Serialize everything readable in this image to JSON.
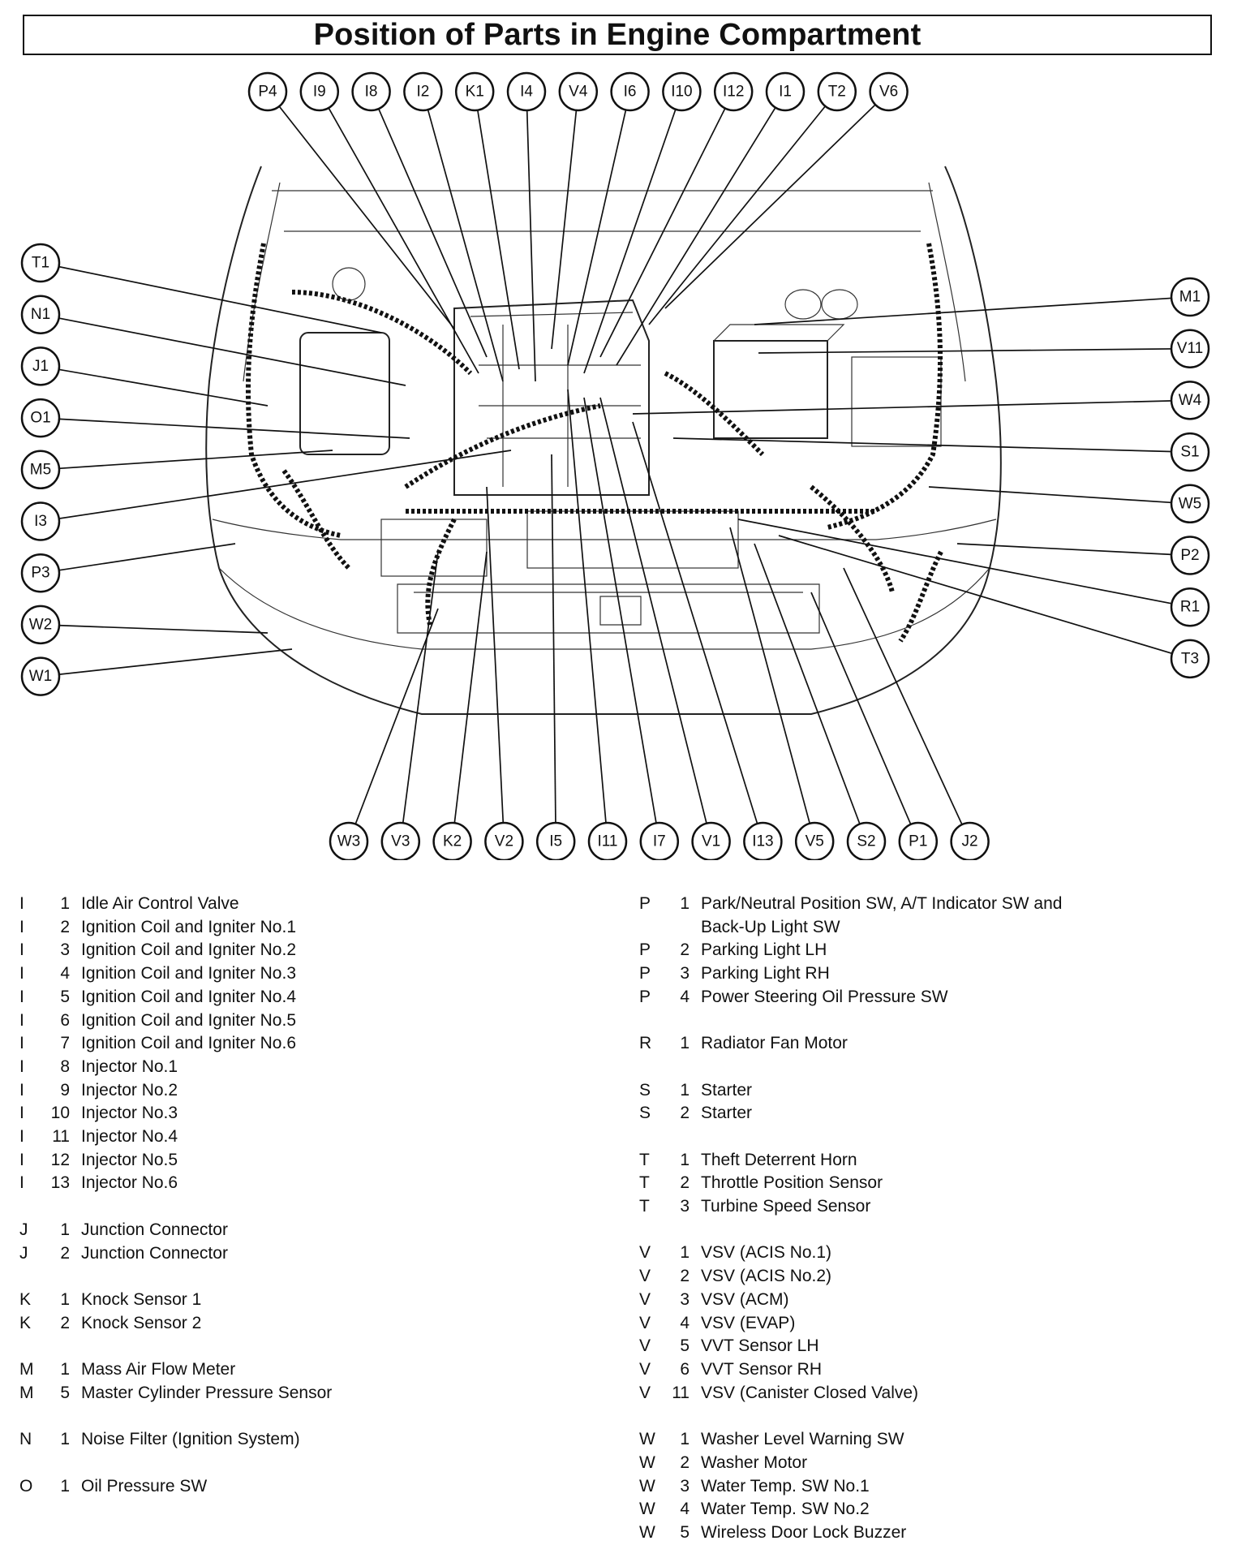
{
  "title": "Position of Parts in Engine Compartment",
  "callouts": {
    "top": [
      "P4",
      "I9",
      "I8",
      "I2",
      "K1",
      "I4",
      "V4",
      "I6",
      "I10",
      "I12",
      "I1",
      "T2",
      "V6"
    ],
    "left": [
      "T1",
      "N1",
      "J1",
      "O1",
      "M5",
      "I3",
      "P3",
      "W2",
      "W1"
    ],
    "right": [
      "M1",
      "V11",
      "W4",
      "S1",
      "W5",
      "P2",
      "R1",
      "T3"
    ],
    "bottom": [
      "W3",
      "V3",
      "K2",
      "V2",
      "I5",
      "I11",
      "I7",
      "V1",
      "I13",
      "V5",
      "S2",
      "P1",
      "J2"
    ]
  },
  "legend_left": [
    {
      "letter": "I",
      "num": "1",
      "text": "Idle Air Control Valve"
    },
    {
      "letter": "I",
      "num": "2",
      "text": "Ignition Coil and Igniter No.1"
    },
    {
      "letter": "I",
      "num": "3",
      "text": "Ignition Coil and Igniter No.2"
    },
    {
      "letter": "I",
      "num": "4",
      "text": "Ignition Coil and Igniter No.3"
    },
    {
      "letter": "I",
      "num": "5",
      "text": "Ignition Coil and Igniter No.4"
    },
    {
      "letter": "I",
      "num": "6",
      "text": "Ignition Coil and Igniter No.5"
    },
    {
      "letter": "I",
      "num": "7",
      "text": "Ignition Coil and Igniter No.6"
    },
    {
      "letter": "I",
      "num": "8",
      "text": "Injector No.1"
    },
    {
      "letter": "I",
      "num": "9",
      "text": "Injector No.2"
    },
    {
      "letter": "I",
      "num": "10",
      "text": "Injector No.3"
    },
    {
      "letter": "I",
      "num": "11",
      "text": "Injector No.4"
    },
    {
      "letter": "I",
      "num": "12",
      "text": "Injector No.5"
    },
    {
      "letter": "I",
      "num": "13",
      "text": "Injector No.6"
    },
    null,
    {
      "letter": "J",
      "num": "1",
      "text": "Junction Connector"
    },
    {
      "letter": "J",
      "num": "2",
      "text": "Junction Connector"
    },
    null,
    {
      "letter": "K",
      "num": "1",
      "text": "Knock Sensor 1"
    },
    {
      "letter": "K",
      "num": "2",
      "text": "Knock Sensor 2"
    },
    null,
    {
      "letter": "M",
      "num": "1",
      "text": "Mass Air Flow Meter"
    },
    {
      "letter": "M",
      "num": "5",
      "text": "Master Cylinder Pressure Sensor"
    },
    null,
    {
      "letter": "N",
      "num": "1",
      "text": "Noise Filter (Ignition System)"
    },
    null,
    {
      "letter": "O",
      "num": "1",
      "text": "Oil Pressure SW"
    }
  ],
  "legend_right": [
    {
      "letter": "P",
      "num": "1",
      "text": "Park/Neutral Position SW, A/T Indicator SW and"
    },
    {
      "letter": "",
      "num": "",
      "text": "Back-Up Light SW"
    },
    {
      "letter": "P",
      "num": "2",
      "text": "Parking Light LH"
    },
    {
      "letter": "P",
      "num": "3",
      "text": "Parking Light RH"
    },
    {
      "letter": "P",
      "num": "4",
      "text": "Power Steering Oil Pressure SW"
    },
    null,
    {
      "letter": "R",
      "num": "1",
      "text": "Radiator Fan Motor"
    },
    null,
    {
      "letter": "S",
      "num": "1",
      "text": "Starter"
    },
    {
      "letter": "S",
      "num": "2",
      "text": "Starter"
    },
    null,
    {
      "letter": "T",
      "num": "1",
      "text": "Theft Deterrent Horn"
    },
    {
      "letter": "T",
      "num": "2",
      "text": "Throttle Position Sensor"
    },
    {
      "letter": "T",
      "num": "3",
      "text": "Turbine Speed Sensor"
    },
    null,
    {
      "letter": "V",
      "num": "1",
      "text": "VSV (ACIS No.1)"
    },
    {
      "letter": "V",
      "num": "2",
      "text": "VSV (ACIS No.2)"
    },
    {
      "letter": "V",
      "num": "3",
      "text": "VSV (ACM)"
    },
    {
      "letter": "V",
      "num": "4",
      "text": "VSV (EVAP)"
    },
    {
      "letter": "V",
      "num": "5",
      "text": "VVT Sensor LH"
    },
    {
      "letter": "V",
      "num": "6",
      "text": "VVT Sensor RH"
    },
    {
      "letter": "V",
      "num": "11",
      "text": "VSV (Canister Closed Valve)"
    },
    null,
    {
      "letter": "W",
      "num": "1",
      "text": "Washer Level Warning SW"
    },
    {
      "letter": "W",
      "num": "2",
      "text": "Washer Motor"
    },
    {
      "letter": "W",
      "num": "3",
      "text": "Water Temp. SW No.1"
    },
    {
      "letter": "W",
      "num": "4",
      "text": "Water Temp. SW No.2"
    },
    {
      "letter": "W",
      "num": "5",
      "text": "Wireless Door Lock Buzzer"
    }
  ]
}
